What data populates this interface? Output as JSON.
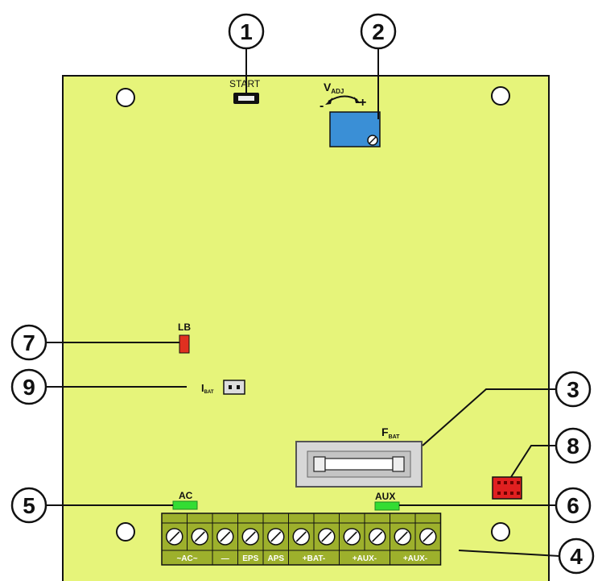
{
  "board": {
    "color": "#e6f47a",
    "labels": {
      "start": "START",
      "vadj_v": "V",
      "vadj_sub": "ADJ",
      "minus": "-",
      "plus": "+",
      "lb": "LB",
      "ibat_i": "I",
      "ibat_sub": "BAT",
      "fbat_f": "F",
      "fbat_sub": "BAT",
      "ac": "AC",
      "aux": "AUX"
    },
    "terminal_groups": [
      "~AC~",
      "—",
      "EPS",
      "APS",
      "+BAT-",
      "+AUX-",
      "+AUX-"
    ],
    "led_colors": {
      "lb": "#e03020",
      "ac": "#33dd33",
      "aux": "#33dd33",
      "connector8": "#e02020"
    },
    "potentiometer_color": "#3a8fd6",
    "terminal_color": "#9db02c"
  },
  "callouts": [
    {
      "id": "1",
      "label": "1"
    },
    {
      "id": "2",
      "label": "2"
    },
    {
      "id": "3",
      "label": "3"
    },
    {
      "id": "4",
      "label": "4"
    },
    {
      "id": "5",
      "label": "5"
    },
    {
      "id": "6",
      "label": "6"
    },
    {
      "id": "7",
      "label": "7"
    },
    {
      "id": "8",
      "label": "8"
    },
    {
      "id": "9",
      "label": "9"
    }
  ]
}
